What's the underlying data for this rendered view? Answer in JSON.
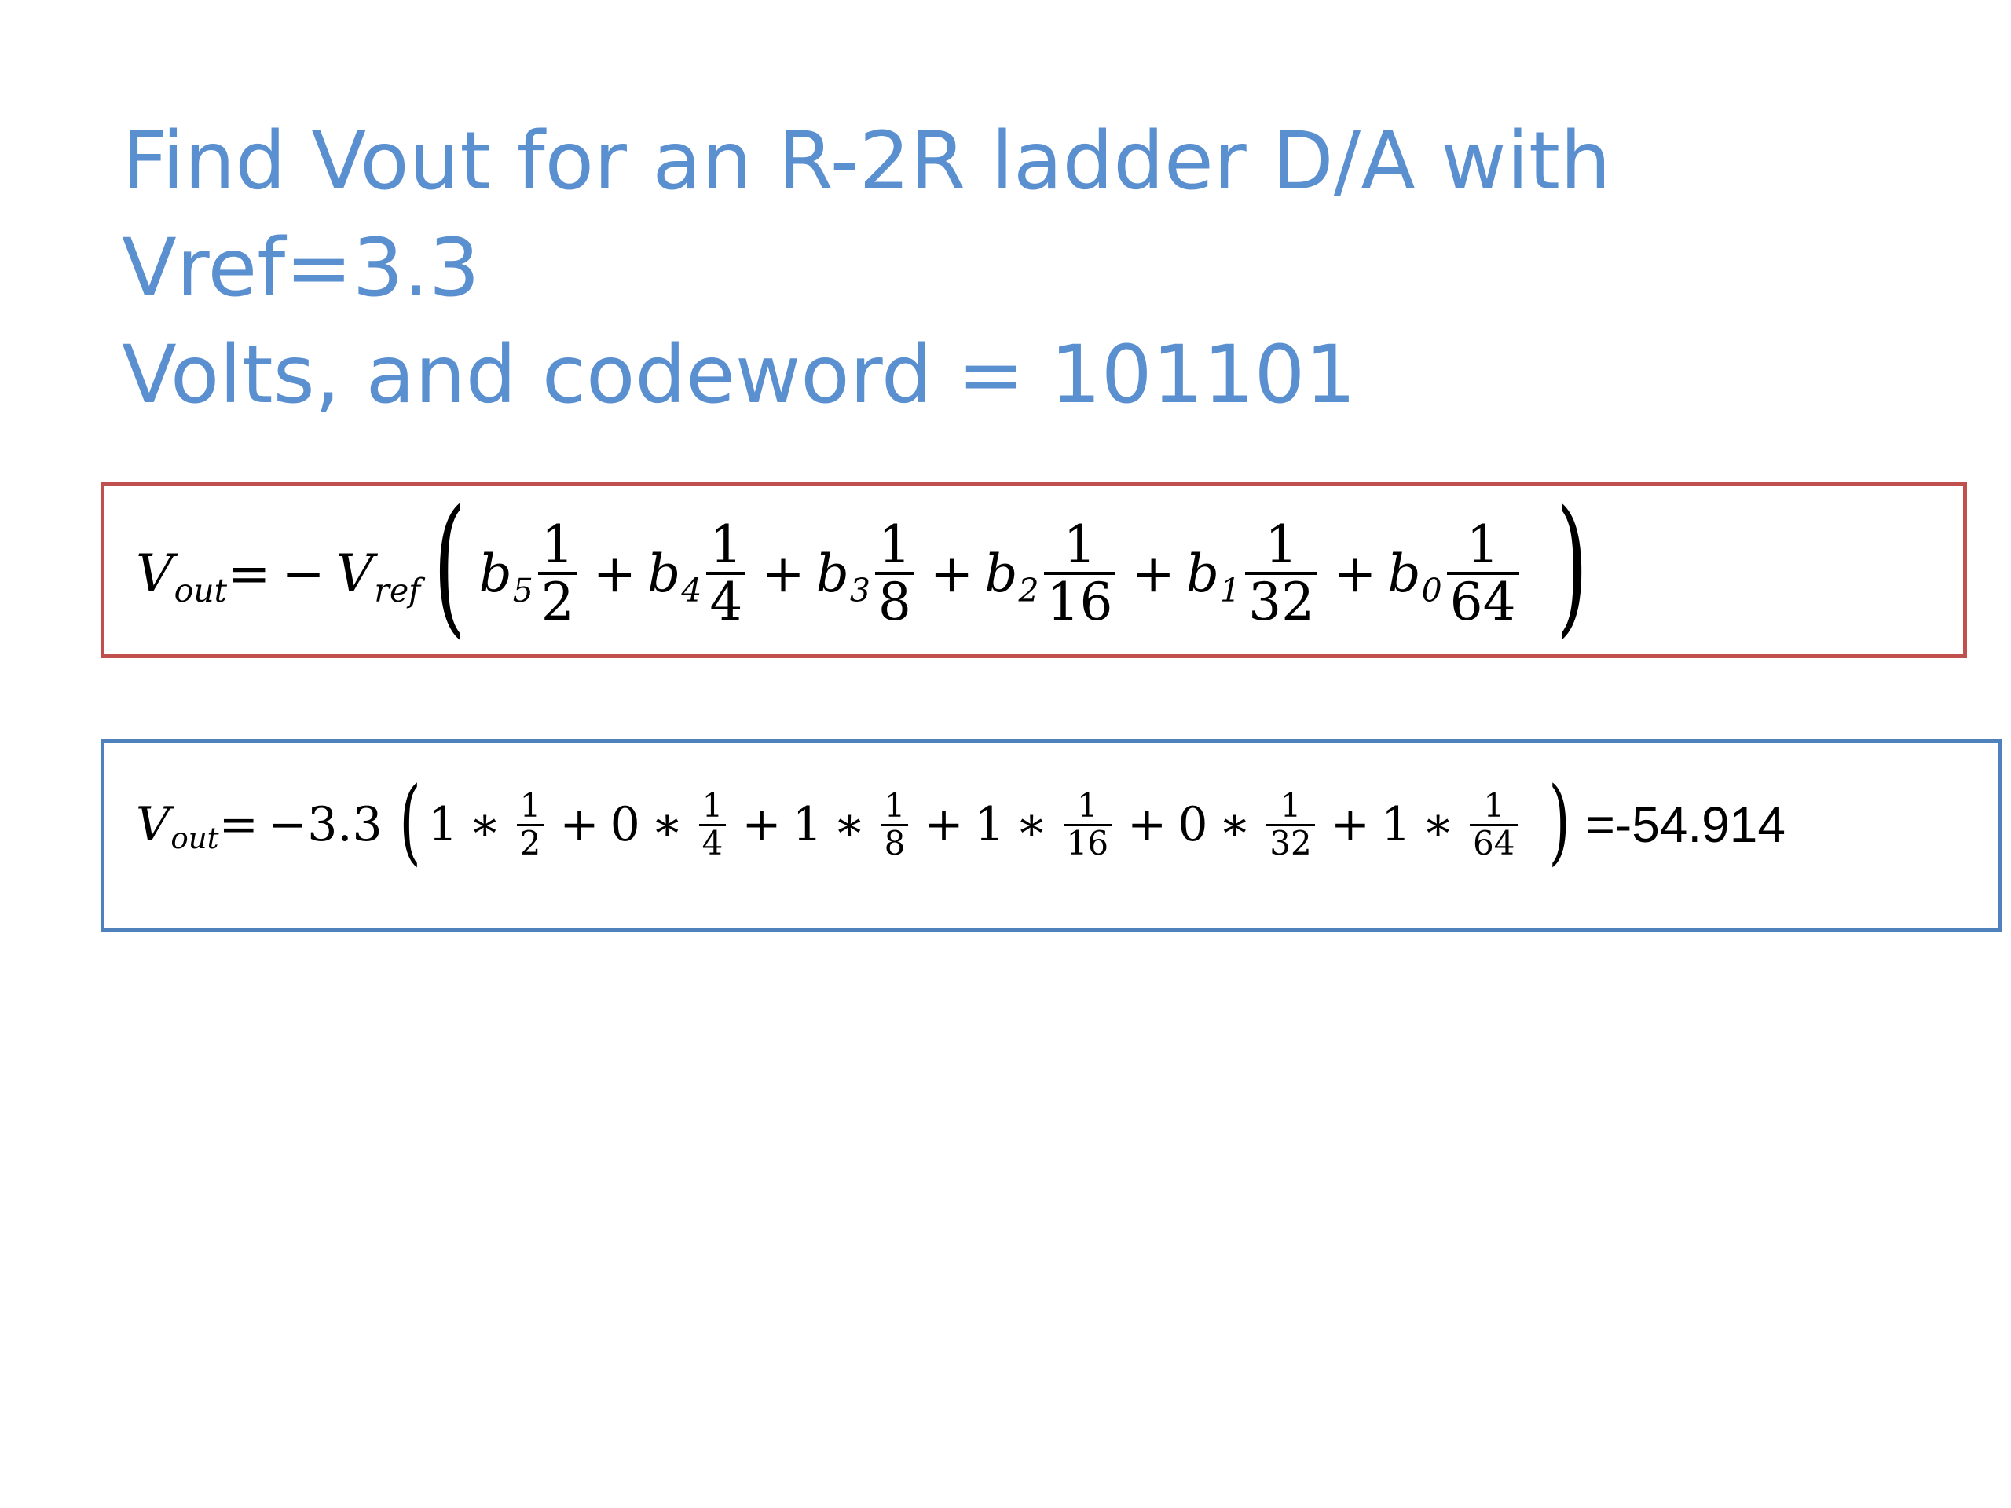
{
  "title": {
    "line1": "Find Vout for an R-2R ladder D/A with Vref=3.3",
    "line2": "Volts, and codeword = 101101"
  },
  "formula": {
    "lhs_var": "V",
    "lhs_sub": "out",
    "equals": "=",
    "minus": "−",
    "vref_var": "V",
    "vref_sub": "ref",
    "open_paren": "(",
    "close_paren": ")",
    "plus": "+",
    "terms": [
      {
        "coef": "b",
        "coef_sub": "5",
        "num": "1",
        "den": "2"
      },
      {
        "coef": "b",
        "coef_sub": "4",
        "num": "1",
        "den": "4"
      },
      {
        "coef": "b",
        "coef_sub": "3",
        "num": "1",
        "den": "8"
      },
      {
        "coef": "b",
        "coef_sub": "2",
        "num": "1",
        "den": "16"
      },
      {
        "coef": "b",
        "coef_sub": "1",
        "num": "1",
        "den": "32"
      },
      {
        "coef": "b",
        "coef_sub": "0",
        "num": "1",
        "den": "64"
      }
    ]
  },
  "substituted": {
    "lhs_var": "V",
    "lhs_sub": "out",
    "equals": "=",
    "factor": "−3.3",
    "open_paren": "(",
    "close_paren": ")",
    "times": "∗",
    "plus": "+",
    "terms": [
      {
        "bit": "1",
        "num": "1",
        "den": "2"
      },
      {
        "bit": "0",
        "num": "1",
        "den": "4"
      },
      {
        "bit": "1",
        "num": "1",
        "den": "8"
      },
      {
        "bit": "1",
        "num": "1",
        "den": "16"
      },
      {
        "bit": "0",
        "num": "1",
        "den": "32"
      },
      {
        "bit": "1",
        "num": "1",
        "den": "64"
      }
    ],
    "result": "=-54.914"
  }
}
